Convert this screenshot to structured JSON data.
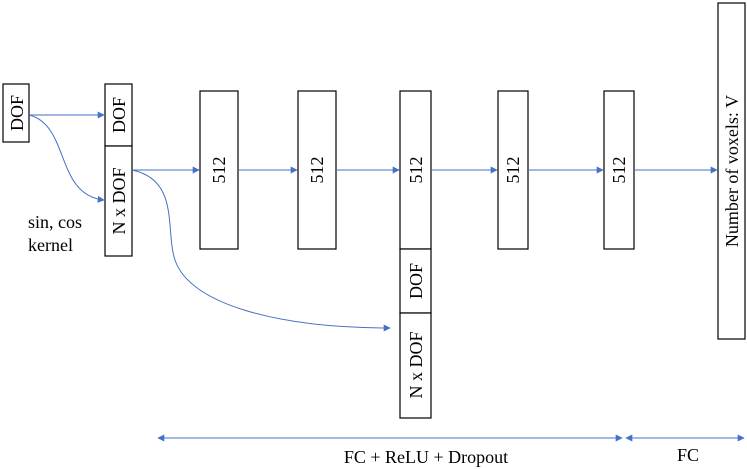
{
  "diagram": {
    "input_label": "DOF",
    "stack_top_label": "DOF",
    "stack_bottom_label": "N x DOF",
    "kernel_line1": "sin, cos",
    "kernel_line2": "kernel",
    "layers": [
      "512",
      "512",
      "512",
      "512",
      "512"
    ],
    "skip_top_label": "DOF",
    "skip_bottom_label": "N x DOF",
    "output_label": "Number of voxels: V",
    "span_fc_relu_label": "FC + ReLU + Dropout",
    "span_fc_label": "FC"
  },
  "colors": {
    "arrow": "#4472C4",
    "box_stroke": "#000000"
  }
}
